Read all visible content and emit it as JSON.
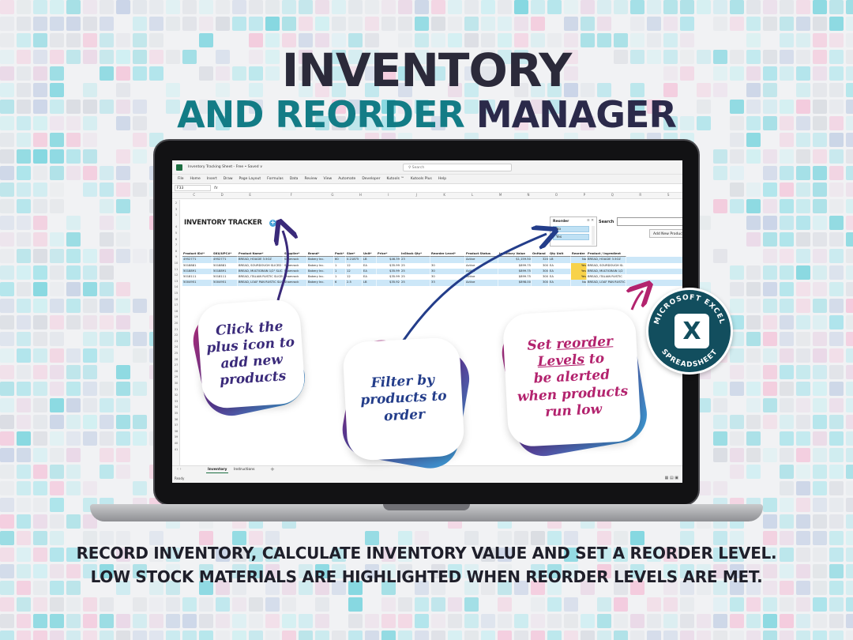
{
  "headline": {
    "line1": "INVENTORY",
    "line2_part1": "AND REORDER",
    "line2_part2": "MANAGER"
  },
  "caption": {
    "line1": "RECORD INVENTORY, CALCULATE INVENTORY VALUE AND SET A REORDER LEVEL.",
    "line2": "LOW STOCK MATERIALS ARE HIGHLIGHTED WHEN REORDER LEVELS ARE MET."
  },
  "excel": {
    "file_title": "Inventory Tracking Sheet - Free • Saved ∨",
    "search_placeholder": "Search",
    "ribbon": [
      "File",
      "Home",
      "Insert",
      "Draw",
      "Page Layout",
      "Formulas",
      "Data",
      "Review",
      "View",
      "Automate",
      "Developer",
      "Kutools ™",
      "Kutools Plus",
      "Help"
    ],
    "name_box": "F33",
    "fx": "fx",
    "columns": [
      "C",
      "D",
      "E",
      "F",
      "G",
      "H",
      "I",
      "J",
      "K",
      "L",
      "M",
      "N",
      "O",
      "P",
      "Q",
      "R",
      "S"
    ],
    "row_numbers": [
      "2",
      "3",
      "1",
      "",
      "4",
      "5",
      "6",
      "7",
      "8",
      "9",
      "10",
      "11",
      "12",
      "13",
      "14",
      "15",
      "16",
      "17",
      "18",
      "19",
      "20",
      "21",
      "22",
      "23",
      "24",
      "25",
      "26",
      "27",
      "28",
      "29",
      "30",
      "31",
      "32",
      "33",
      "34",
      "35",
      "36",
      "37",
      "38",
      "39",
      "40",
      "41"
    ],
    "tracker_title": "INVENTORY TRACKER",
    "plus_icon": "+",
    "reorder_filter": {
      "title": "Reorder",
      "options": [
        "No",
        "Yes"
      ]
    },
    "search_label": "Search",
    "add_button": "Add New Product",
    "table_headers": [
      "Product ID#*",
      "SKU/UPC#*",
      "Product Name*",
      "Supplier*",
      "Brand*",
      "Pack*",
      "Size*",
      "Unit*",
      "Price*",
      "InStock Qty*",
      "Reorder Level*",
      "Product Status",
      "Inventory Value",
      "OnHand",
      "Qty Unit",
      "Reorder",
      "Product / Ingredient"
    ],
    "rows": [
      [
        "4952771",
        "4952771",
        "BREAD, HOAGIE 3.5OZ",
        "Shamrock",
        "Bakery Inc.",
        "60",
        "0.21875",
        "LB",
        "$46.39",
        "23",
        "",
        "Active",
        "$1,159.50",
        "320",
        "LB",
        "No",
        "BREAD, HOAGIE 3.5OZ"
      ],
      [
        "5018881",
        "5018881",
        "BREAD, SOURDOUGH SLICED 1/2\" BATA",
        "Shamrock",
        "Bakery Inc.",
        "1",
        "12",
        "EA",
        "$35.99",
        "25",
        "30",
        "Active",
        "$899.75",
        "300",
        "EA",
        "Yes",
        "BREAD, SOURDOUGH SL"
      ],
      [
        "5018891",
        "5018891",
        "BREAD, MULTIGRAIN 1/2\" SLICED BATA",
        "Shamrock",
        "Bakery Inc.",
        "1",
        "12",
        "EA",
        "$35.99",
        "25",
        "30",
        "Active",
        "$899.75",
        "300",
        "EA",
        "Yes",
        "BREAD, MULTIGRAIN 1/2"
      ],
      [
        "5018111",
        "5018111",
        "BREAD, ITALIAN RUSTIC SLICED 1/2\"",
        "Shamrock",
        "Bakery Inc.",
        "1",
        "12",
        "EA",
        "$35.99",
        "25",
        "30",
        "Active",
        "$899.75",
        "300",
        "EA",
        "Yes",
        "BREAD, ITALIAN RUSTIC"
      ],
      [
        "5004951",
        "5004951",
        "BREAD, LOAF PAN RUSTIC SLICED 1/2\"",
        "Shamrock",
        "Bakery Inc.",
        "6",
        "2.5",
        "LB",
        "$35.92",
        "25",
        "33",
        "Active",
        "$898.00",
        "300",
        "EA",
        "No",
        "BREAD, LOAF PAN RUSTIC"
      ]
    ],
    "sheet_tabs": [
      "Inventory",
      "Instructions"
    ],
    "add_sheet": "+",
    "status": "Ready"
  },
  "callouts": {
    "add": [
      "Click the",
      "plus icon to",
      "add new",
      "products"
    ],
    "filter": [
      "Filter by",
      "products to",
      "order"
    ],
    "reorder_part1": "Set",
    "reorder_underlined1": "reorder",
    "reorder_underlined2": "Levels",
    "reorder_part2": "to",
    "reorder_rest": [
      "be alerted",
      "when products",
      "run low"
    ]
  },
  "badge": {
    "top_text": "MICROSOFT EXCEL",
    "bottom_text": "SPREADSHEET",
    "logo_letter": "X"
  },
  "colors": {
    "teal": "#137c86",
    "navy": "#2b2a4a",
    "reorder_highlight": "#f8d24a",
    "row_blue": "#cce7f8",
    "callout_purple": "#3a2a7a",
    "callout_blue": "#233d8a",
    "callout_magenta": "#b3236e",
    "badge": "#124e5e"
  }
}
